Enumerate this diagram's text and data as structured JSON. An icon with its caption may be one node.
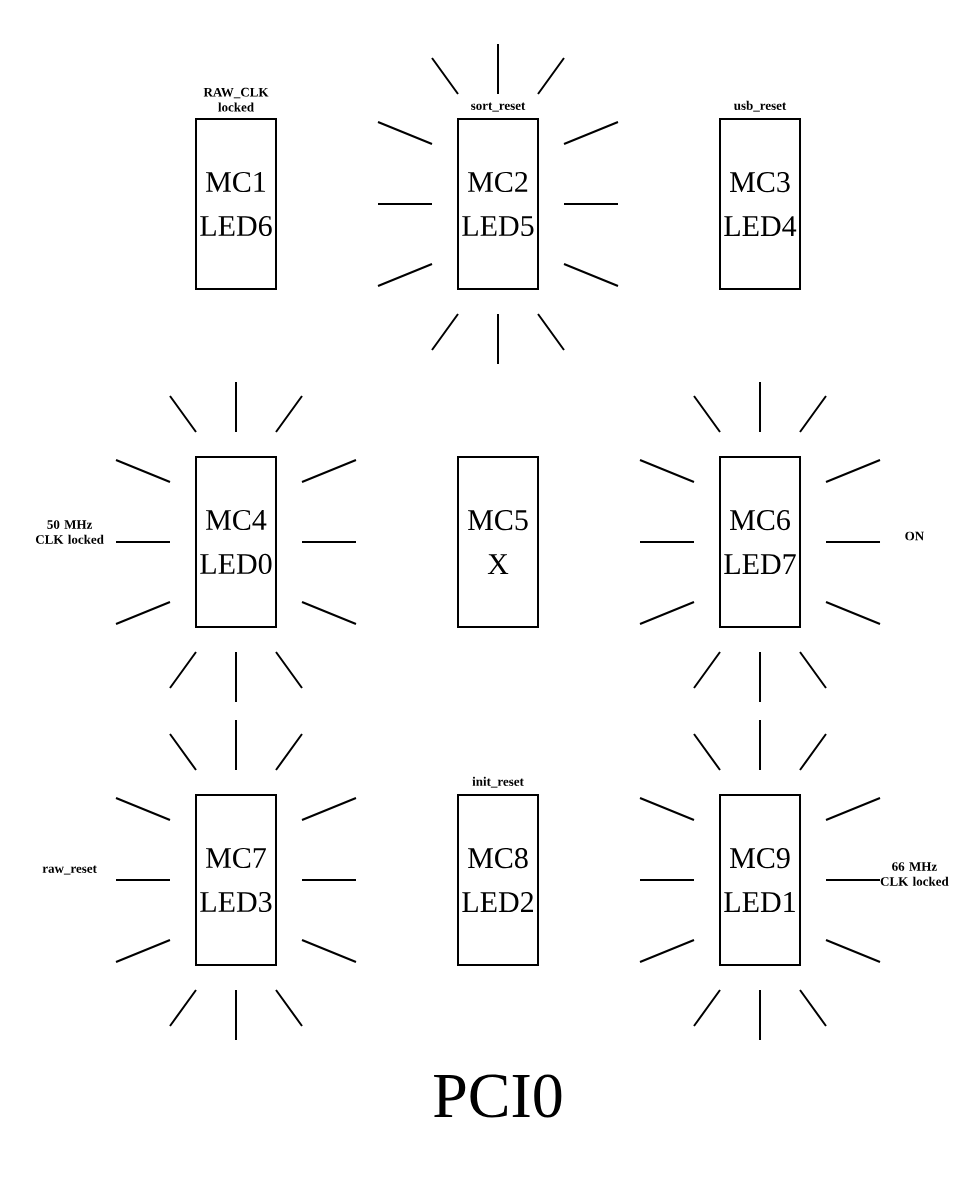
{
  "diagram": {
    "title": "PCI0",
    "nodes": [
      {
        "text": [
          "MC1",
          "LED6"
        ],
        "beside": [
          "RAW_CLK locked"
        ]
      },
      {
        "text": [
          "MC2",
          "LED5"
        ],
        "beside": [
          "sort_reset"
        ]
      },
      {
        "text": [
          "MC3",
          "LED4"
        ],
        "beside": [
          "usb_reset"
        ]
      },
      {
        "text": [
          "MC4",
          "LED0"
        ]
      },
      {
        "text": [
          "MC5",
          "X"
        ]
      },
      {
        "text": [
          "MC6",
          "LED7"
        ]
      },
      {
        "text": [
          "MC7",
          "LED3"
        ]
      },
      {
        "text": [
          "MC8",
          "LED2"
        ],
        "beside": [
          "init_reset"
        ]
      },
      {
        "text": [
          "MC9",
          "LED1"
        ]
      }
    ],
    "labels": [
      "50 MHz CLK locked",
      "ON",
      "raw_reset",
      "66 MHz CLK locked"
    ]
  }
}
